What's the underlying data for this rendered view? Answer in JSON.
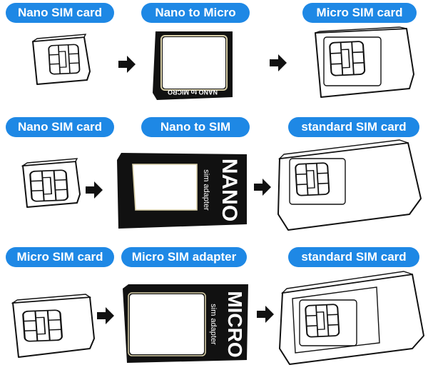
{
  "rows": [
    {
      "labels": [
        "Nano SIM card",
        "Nano to Micro",
        "Micro SIM card"
      ],
      "adapter_text": "NANO to MICRO"
    },
    {
      "labels": [
        "Nano SIM card",
        "Nano to SIM",
        "standard SIM card"
      ],
      "adapter_text": "NANO",
      "adapter_subtext": "sim adapter"
    },
    {
      "labels": [
        "Micro SIM card",
        "Micro SIM adapter",
        "standard SIM card"
      ],
      "adapter_text": "MICRO",
      "adapter_subtext": "sim adapter"
    }
  ],
  "colors": {
    "label_background": "#1e88e5",
    "label_text": "#ffffff",
    "adapter": "#111111",
    "line": "#111111"
  }
}
